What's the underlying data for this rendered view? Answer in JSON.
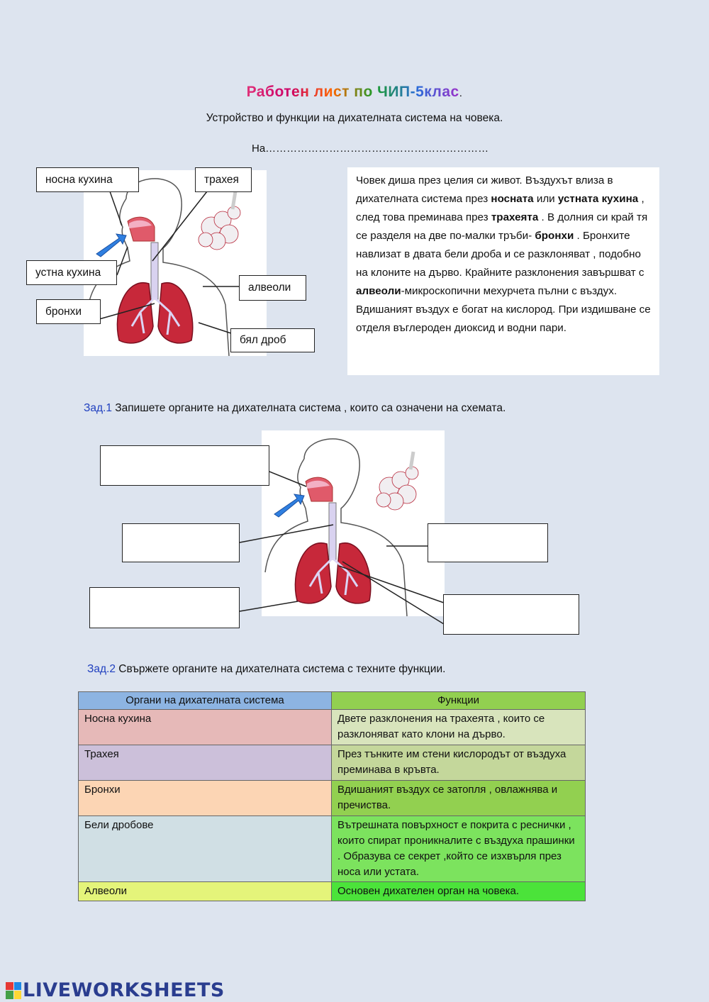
{
  "header": {
    "title": "Работен лист по ЧИП-5клас",
    "title_trailing": ".",
    "subtitle": "Устройство и функции на дихателната система на човека.",
    "name_line": "На………………………………………………………"
  },
  "diagram1": {
    "labels": [
      "носна кухина",
      "трахея",
      "устна кухина",
      "алвеоли",
      "бронхи",
      "бял дроб"
    ]
  },
  "info_text": {
    "p1": "Човек диша през целия си живот. Въздухът влиза в дихателната система през ",
    "b1": "носната",
    "p2": " или ",
    "b2": "устната кухина",
    "p3": " , след това преминава през ",
    "b3": "трахеята",
    "p4": " . В долния си край тя се разделя на две по-малки тръби- ",
    "b4": "бронхи",
    "p5": " . Бронхите навлизат в двата бели дроба и се разклоняват , подобно на клоните на дърво. Крайните разклонения завършват с ",
    "b5": "алвеоли",
    "p6": "-микроскопични мехурчета пълни с въздух. Вдишаният въздух е богат на кислород. При издишване се отделя въглероден диоксид и водни пари."
  },
  "task1": {
    "number": "Зад.1",
    "text": " Запишете органите на дихателната система , които са означени на схемата."
  },
  "task2": {
    "number": "Зад.2",
    "text": "  Свържете  органите на дихателната система с техните функции."
  },
  "table": {
    "headers": [
      "Органи на дихателната система",
      "Функции"
    ],
    "rows": [
      {
        "organ": "Носна кухина",
        "function": "Двете разклонения на трахеята ,  които се разклоняват като клони на дърво.",
        "organ_color": "#e6b9b8",
        "function_color": "#d8e4bc"
      },
      {
        "organ": "Трахея",
        "function": "През тънките им стени кислородът от въздуха преминава в кръвта.",
        "organ_color": "#ccc0da",
        "function_color": "#c4d79b"
      },
      {
        "organ": "Бронхи",
        "function": "Вдишаният въздух се затопля , овлажнява и пречиства.",
        "organ_color": "#fcd5b4",
        "function_color": "#92d050"
      },
      {
        "organ": "Бели дробове",
        "function": "Вътрешната повърхност е покрита с реснички , които спират проникналите с въздуха прашинки . Образува се секрет ,който се изхвърля през носа или устата.",
        "organ_color": "#d0dfe4",
        "function_color": "#7ce35e"
      },
      {
        "organ": "Алвеоли",
        "function": "Основен дихателен орган на човека.",
        "organ_color": "#e4f47a",
        "function_color": "#4be33a"
      }
    ]
  },
  "footer": {
    "logo_text": "LIVEWORKSHEETS"
  }
}
